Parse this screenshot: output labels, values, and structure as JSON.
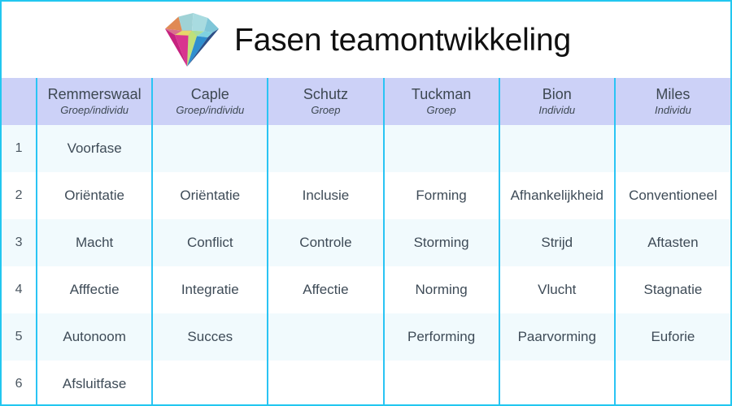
{
  "title": {
    "text": "Fasen teamontwikkeling",
    "logo_icon": "diamond-gem-icon"
  },
  "colors": {
    "page_border": "#22c7f0",
    "header_row_bg": "#ccd1f7",
    "column_divider": "#2ac4f4",
    "row_shade_bg": "#f1fafd",
    "row_plain_bg": "#ffffff",
    "text": "#3e4b57",
    "title_text": "#101010"
  },
  "table": {
    "number_column_header": "",
    "columns": [
      {
        "name": "Remmerswaal",
        "subtitle": "Groep/individu"
      },
      {
        "name": "Caple",
        "subtitle": "Groep/individu"
      },
      {
        "name": "Schutz",
        "subtitle": "Groep"
      },
      {
        "name": "Tuckman",
        "subtitle": "Groep"
      },
      {
        "name": "Bion",
        "subtitle": "Individu"
      },
      {
        "name": "Miles",
        "subtitle": "Individu"
      }
    ],
    "rows": [
      {
        "number": "1",
        "cells": [
          "Voorfase",
          "",
          "",
          "",
          "",
          ""
        ]
      },
      {
        "number": "2",
        "cells": [
          "Oriëntatie",
          "Oriëntatie",
          "Inclusie",
          "Forming",
          "Afhankelijkheid",
          "Conventioneel"
        ]
      },
      {
        "number": "3",
        "cells": [
          "Macht",
          "Conflict",
          "Controle",
          "Storming",
          "Strijd",
          "Aftasten"
        ]
      },
      {
        "number": "4",
        "cells": [
          "Afffectie",
          "Integratie",
          "Affectie",
          "Norming",
          "Vlucht",
          "Stagnatie"
        ]
      },
      {
        "number": "5",
        "cells": [
          "Autonoom",
          "Succes",
          "",
          "Performing",
          "Paarvorming",
          "Euforie"
        ]
      },
      {
        "number": "6",
        "cells": [
          "Afsluitfase",
          "",
          "",
          "",
          "",
          ""
        ]
      }
    ]
  }
}
